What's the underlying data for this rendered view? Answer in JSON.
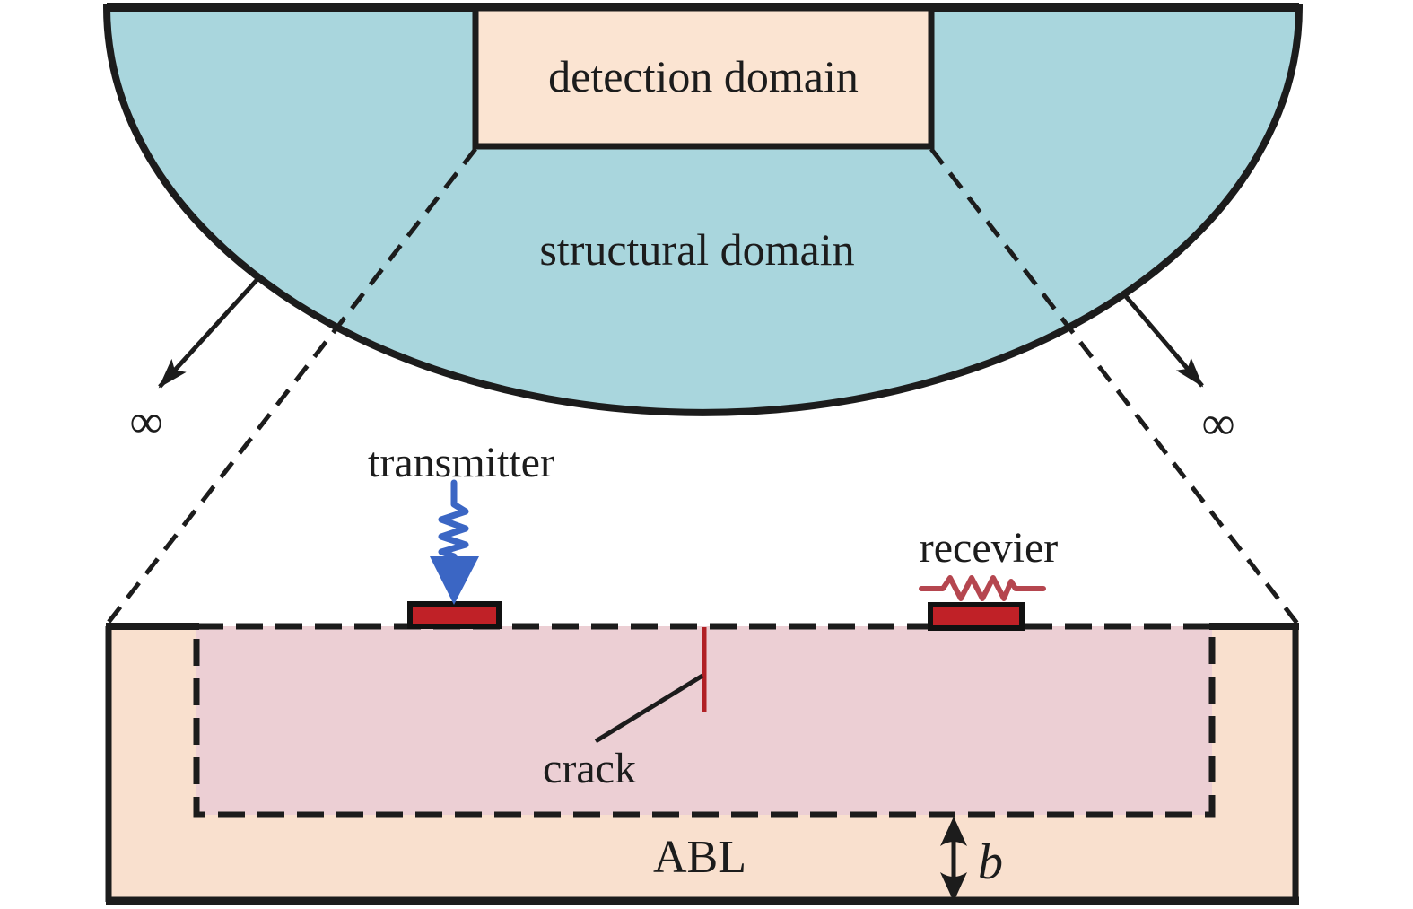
{
  "figure": {
    "labels": {
      "detection_domain": "detection domain",
      "structural_domain": "structural domain",
      "transmitter": "transmitter",
      "receiver": "recevier",
      "crack": "crack",
      "abl": "ABL",
      "abl_thickness": "b",
      "infinity_left": "∞",
      "infinity_right": "∞"
    },
    "colors": {
      "structural_domain_fill": "#a9d6dd",
      "detection_domain_fill": "#fbe4d2",
      "abl_fill": "#f9e0ce",
      "inner_domain_fill": "#eccfd4",
      "transducer_fill": "#c02127",
      "transmitter_blue": "#3b66c4",
      "receiver_resistor_red": "#b5464f",
      "crack_red": "#b02025",
      "line_black": "#1c1c1c"
    }
  }
}
